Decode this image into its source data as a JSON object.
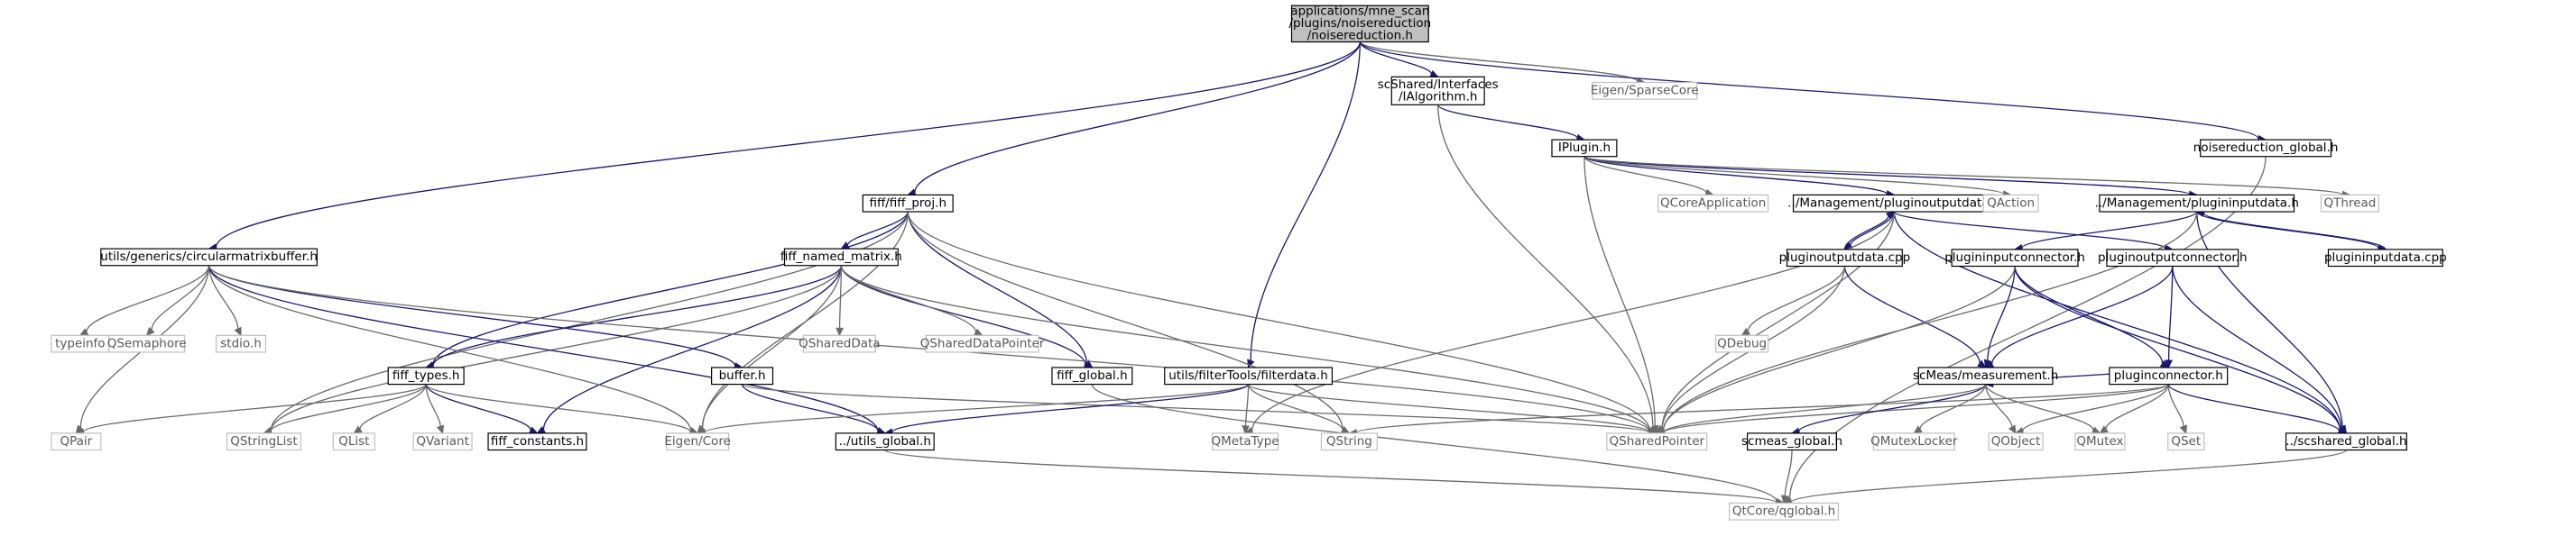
{
  "diagram": {
    "nodes": [
      {
        "id": "root",
        "kind": "root",
        "lines": [
          "applications/mne_scan",
          "/plugins/noisereduction",
          "/noisereduction.h"
        ]
      },
      {
        "id": "ialgorithm",
        "kind": "local",
        "lines": [
          "scShared/Interfaces",
          "/IAlgorithm.h"
        ]
      },
      {
        "id": "sparsecore",
        "kind": "system",
        "lines": [
          "Eigen/SparseCore"
        ]
      },
      {
        "id": "nr_global",
        "kind": "local",
        "lines": [
          "noisereduction_global.h"
        ]
      },
      {
        "id": "iplugin",
        "kind": "local",
        "lines": [
          "IPlugin.h"
        ]
      },
      {
        "id": "fiff_proj",
        "kind": "local",
        "lines": [
          "fiff/fiff_proj.h"
        ]
      },
      {
        "id": "circbuf",
        "kind": "local",
        "lines": [
          "utils/generics/circularmatrixbuffer.h"
        ]
      },
      {
        "id": "fiff_named",
        "kind": "local",
        "lines": [
          "fiff_named_matrix.h"
        ]
      },
      {
        "id": "qcoreapp",
        "kind": "system",
        "lines": [
          "QCoreApplication"
        ]
      },
      {
        "id": "pout_h",
        "kind": "local",
        "lines": [
          "../Management/pluginoutputdata.h"
        ]
      },
      {
        "id": "qaction",
        "kind": "system",
        "lines": [
          "QAction"
        ]
      },
      {
        "id": "pin_h",
        "kind": "local",
        "lines": [
          "../Management/plugininputdata.h"
        ]
      },
      {
        "id": "qthread",
        "kind": "system",
        "lines": [
          "QThread"
        ]
      },
      {
        "id": "typeinfo",
        "kind": "system",
        "lines": [
          "typeinfo"
        ]
      },
      {
        "id": "qsemaphore",
        "kind": "system",
        "lines": [
          "QSemaphore"
        ]
      },
      {
        "id": "stdio",
        "kind": "system",
        "lines": [
          "stdio.h"
        ]
      },
      {
        "id": "qshareddata",
        "kind": "system",
        "lines": [
          "QSharedData"
        ]
      },
      {
        "id": "qsdp",
        "kind": "system",
        "lines": [
          "QSharedDataPointer"
        ]
      },
      {
        "id": "pout_cpp",
        "kind": "local",
        "lines": [
          "pluginoutputdata.cpp"
        ]
      },
      {
        "id": "pinconn",
        "kind": "local",
        "lines": [
          "plugininputconnector.h"
        ]
      },
      {
        "id": "poutconn",
        "kind": "local",
        "lines": [
          "pluginoutputconnector.h"
        ]
      },
      {
        "id": "pin_cpp",
        "kind": "local",
        "lines": [
          "plugininputdata.cpp"
        ]
      },
      {
        "id": "fiff_types",
        "kind": "local",
        "lines": [
          "fiff_types.h"
        ]
      },
      {
        "id": "buffer",
        "kind": "local",
        "lines": [
          "buffer.h"
        ]
      },
      {
        "id": "fiff_global",
        "kind": "local",
        "lines": [
          "fiff_global.h"
        ]
      },
      {
        "id": "filterdata",
        "kind": "local",
        "lines": [
          "utils/filterTools/filterdata.h"
        ]
      },
      {
        "id": "qdebug",
        "kind": "system",
        "lines": [
          "QDebug"
        ]
      },
      {
        "id": "measurement",
        "kind": "local",
        "lines": [
          "scMeas/measurement.h"
        ]
      },
      {
        "id": "pconn",
        "kind": "local",
        "lines": [
          "pluginconnector.h"
        ]
      },
      {
        "id": "qpair",
        "kind": "system",
        "lines": [
          "QPair"
        ]
      },
      {
        "id": "qstringlist",
        "kind": "system",
        "lines": [
          "QStringList"
        ]
      },
      {
        "id": "qlist",
        "kind": "system",
        "lines": [
          "QList"
        ]
      },
      {
        "id": "qvariant",
        "kind": "system",
        "lines": [
          "QVariant"
        ]
      },
      {
        "id": "fiff_constants",
        "kind": "local",
        "lines": [
          "fiff_constants.h"
        ]
      },
      {
        "id": "eigencore",
        "kind": "system",
        "lines": [
          "Eigen/Core"
        ]
      },
      {
        "id": "utils_global",
        "kind": "local",
        "lines": [
          "../utils_global.h"
        ]
      },
      {
        "id": "qmetatype",
        "kind": "system",
        "lines": [
          "QMetaType"
        ]
      },
      {
        "id": "qstring",
        "kind": "system",
        "lines": [
          "QString"
        ]
      },
      {
        "id": "qsharedpointer",
        "kind": "system",
        "lines": [
          "QSharedPointer"
        ]
      },
      {
        "id": "scmeas_global",
        "kind": "local",
        "lines": [
          "scmeas_global.h"
        ]
      },
      {
        "id": "qmutexlocker",
        "kind": "system",
        "lines": [
          "QMutexLocker"
        ]
      },
      {
        "id": "qobject",
        "kind": "system",
        "lines": [
          "QObject"
        ]
      },
      {
        "id": "qmutex",
        "kind": "system",
        "lines": [
          "QMutex"
        ]
      },
      {
        "id": "qset",
        "kind": "system",
        "lines": [
          "QSet"
        ]
      },
      {
        "id": "scshared_global",
        "kind": "local",
        "lines": [
          "../scshared_global.h"
        ]
      },
      {
        "id": "qglobal",
        "kind": "system",
        "lines": [
          "QtCore/qglobal.h"
        ]
      }
    ],
    "edges": [
      [
        "root",
        "ialgorithm"
      ],
      [
        "root",
        "sparsecore"
      ],
      [
        "root",
        "nr_global"
      ],
      [
        "root",
        "fiff_proj"
      ],
      [
        "root",
        "circbuf"
      ],
      [
        "root",
        "filterdata"
      ],
      [
        "ialgorithm",
        "iplugin"
      ],
      [
        "ialgorithm",
        "qsharedpointer"
      ],
      [
        "nr_global",
        "qglobal"
      ],
      [
        "iplugin",
        "qcoreapp"
      ],
      [
        "iplugin",
        "pout_h"
      ],
      [
        "iplugin",
        "qaction"
      ],
      [
        "iplugin",
        "pin_h"
      ],
      [
        "iplugin",
        "qthread"
      ],
      [
        "iplugin",
        "qsharedpointer"
      ],
      [
        "fiff_proj",
        "fiff_named"
      ],
      [
        "fiff_proj",
        "fiff_types"
      ],
      [
        "fiff_proj",
        "fiff_global"
      ],
      [
        "fiff_proj",
        "qstringlist"
      ],
      [
        "fiff_proj",
        "eigencore"
      ],
      [
        "fiff_proj",
        "qstring"
      ],
      [
        "fiff_proj",
        "qsharedpointer"
      ],
      [
        "fiff_named",
        "fiff_types"
      ],
      [
        "fiff_named",
        "fiff_global"
      ],
      [
        "fiff_named",
        "qshareddata"
      ],
      [
        "fiff_named",
        "qsdp"
      ],
      [
        "fiff_named",
        "qstringlist"
      ],
      [
        "fiff_named",
        "fiff_constants"
      ],
      [
        "fiff_named",
        "eigencore"
      ],
      [
        "fiff_named",
        "qsharedpointer"
      ],
      [
        "circbuf",
        "typeinfo"
      ],
      [
        "circbuf",
        "qsemaphore"
      ],
      [
        "circbuf",
        "stdio"
      ],
      [
        "circbuf",
        "buffer"
      ],
      [
        "circbuf",
        "qpair"
      ],
      [
        "circbuf",
        "eigencore"
      ],
      [
        "circbuf",
        "utils_global"
      ],
      [
        "circbuf",
        "qsharedpointer"
      ],
      [
        "pout_h",
        "pout_cpp"
      ],
      [
        "pout_h",
        "poutconn"
      ],
      [
        "pout_h",
        "scshared_global"
      ],
      [
        "pout_h",
        "qmetatype"
      ],
      [
        "pout_h",
        "qsharedpointer"
      ],
      [
        "pout_cpp",
        "pout_h"
      ],
      [
        "pout_cpp",
        "qdebug"
      ],
      [
        "pout_cpp",
        "measurement"
      ],
      [
        "pout_cpp",
        "qsharedpointer"
      ],
      [
        "pin_h",
        "pinconn"
      ],
      [
        "pin_h",
        "pin_cpp"
      ],
      [
        "pin_h",
        "scshared_global"
      ],
      [
        "pin_h",
        "qsharedpointer"
      ],
      [
        "pin_cpp",
        "pin_h"
      ],
      [
        "pinconn",
        "pconn"
      ],
      [
        "pinconn",
        "measurement"
      ],
      [
        "pinconn",
        "scshared_global"
      ],
      [
        "pinconn",
        "qsharedpointer"
      ],
      [
        "poutconn",
        "pconn"
      ],
      [
        "poutconn",
        "measurement"
      ],
      [
        "poutconn",
        "scshared_global"
      ],
      [
        "pconn",
        "measurement"
      ],
      [
        "pconn",
        "qobject"
      ],
      [
        "pconn",
        "qmutex"
      ],
      [
        "pconn",
        "qset"
      ],
      [
        "pconn",
        "scshared_global"
      ],
      [
        "pconn",
        "qstring"
      ],
      [
        "pconn",
        "qsharedpointer"
      ],
      [
        "measurement",
        "scmeas_global"
      ],
      [
        "measurement",
        "qmutexlocker"
      ],
      [
        "measurement",
        "qobject"
      ],
      [
        "measurement",
        "qmutex"
      ],
      [
        "measurement",
        "qsharedpointer"
      ],
      [
        "fiff_types",
        "qpair"
      ],
      [
        "fiff_types",
        "qstringlist"
      ],
      [
        "fiff_types",
        "qlist"
      ],
      [
        "fiff_types",
        "qvariant"
      ],
      [
        "fiff_types",
        "fiff_constants"
      ],
      [
        "fiff_types",
        "eigencore"
      ],
      [
        "buffer",
        "utils_global"
      ],
      [
        "buffer",
        "qsharedpointer"
      ],
      [
        "fiff_global",
        "qglobal"
      ],
      [
        "filterdata",
        "eigencore"
      ],
      [
        "filterdata",
        "utils_global"
      ],
      [
        "filterdata",
        "qmetatype"
      ],
      [
        "filterdata",
        "qstring"
      ],
      [
        "filterdata",
        "qsharedpointer"
      ],
      [
        "utils_global",
        "qglobal"
      ],
      [
        "scmeas_global",
        "qglobal"
      ],
      [
        "scshared_global",
        "qglobal"
      ]
    ]
  }
}
